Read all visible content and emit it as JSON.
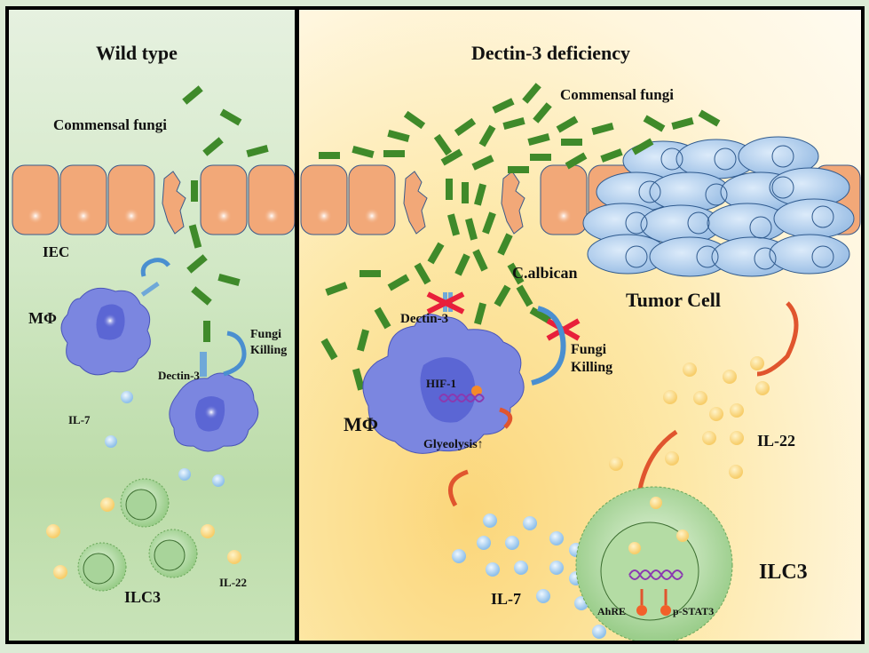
{
  "panels": {
    "left": {
      "title": "Wild type",
      "commensal_fungi": "Commensal fungi",
      "iec": "IEC",
      "macrophage": "MΦ",
      "fungi_killing_1": "Fungi",
      "fungi_killing_2": "Killing",
      "dectin3": "Dectin-3",
      "il7": "IL-7",
      "il22": "IL-22",
      "ilc3": "ILC3"
    },
    "right": {
      "title": "Dectin-3 deficiency",
      "commensal_fungi": "Commensal fungi",
      "c_albican": "C.albican",
      "tumor_cell": "Tumor Cell",
      "dectin3": "Dectin-3",
      "macrophage": "MΦ",
      "fungi_killing_1": "Fungi",
      "fungi_killing_2": "Killing",
      "hif1": "HIF-1",
      "glycolysis": "Glyeolysis",
      "glycolysis_arrow": "↑",
      "il22": "IL-22",
      "il7": "IL-7",
      "ilc3": "ILC3",
      "ahre": "AhRE",
      "pstat3": "p-STAT3"
    }
  },
  "colors": {
    "fungi": "#3f8a2a",
    "iec": "#f2a878",
    "macrophage": "#7b86e0",
    "il7": "#9ccaf0",
    "il22": "#fbd67e",
    "ilc3": "#a8d49a",
    "tumor": "#a9c9ea",
    "inhibit": "#e8203a",
    "arrow": "#e0552e",
    "dna": "#8a3ab0"
  }
}
